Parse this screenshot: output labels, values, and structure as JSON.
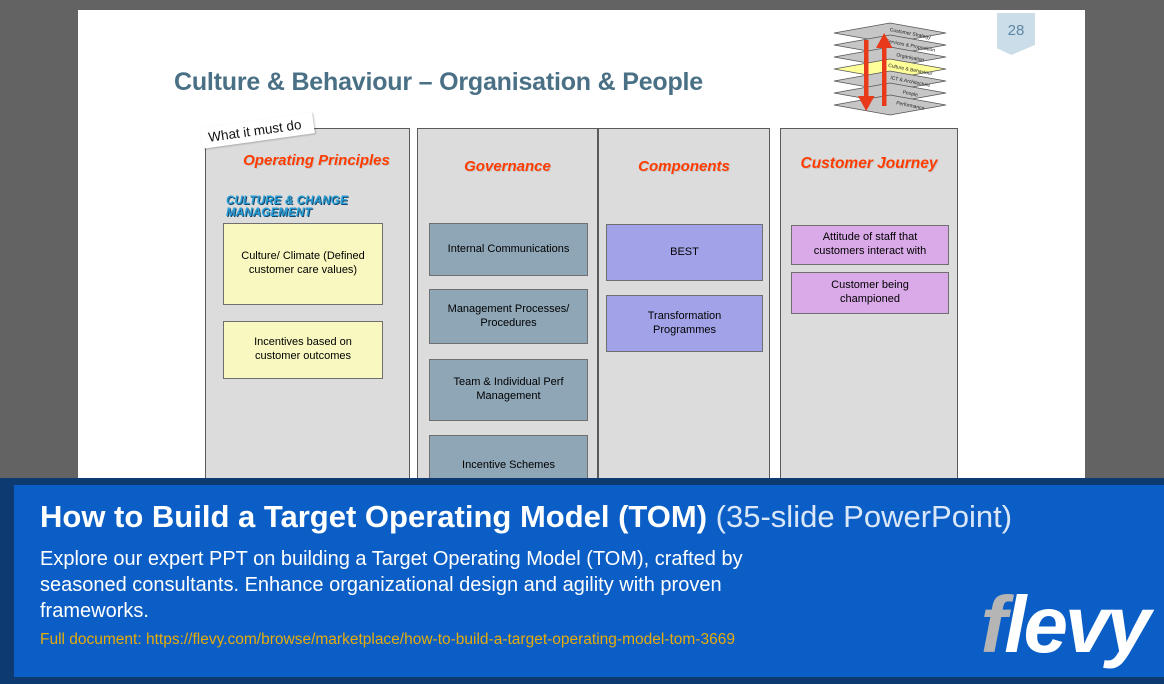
{
  "slide": {
    "page_number": "28",
    "title": "Culture & Behaviour – Organisation & People",
    "corner_tag": "What it must do",
    "stack": {
      "layers": [
        "Customer Strategy",
        "Services & Proposition",
        "Organisation",
        "Culture & Behaviour",
        "ICT & Architecture",
        "People",
        "Performance"
      ],
      "highlight_layer": "Culture & Behaviour"
    },
    "columns": [
      {
        "header": "Operating Principles",
        "subheader": "CULTURE & CHANGE MANAGEMENT",
        "boxes": [
          "Culture/ Climate (Defined customer care values)",
          "Incentives based on customer outcomes"
        ]
      },
      {
        "header": "Governance",
        "boxes": [
          "Internal Communications",
          "Management Processes/ Procedures",
          "Team & Individual Perf Management",
          "Incentive Schemes"
        ]
      },
      {
        "header": "Components",
        "boxes": [
          "BEST",
          "Transformation Programmes"
        ]
      },
      {
        "header": "Customer Journey",
        "boxes": [
          "Attitude of staff that customers interact with",
          "Customer being championed"
        ]
      }
    ]
  },
  "banner": {
    "title": "How to Build a Target Operating Model (TOM)",
    "title_suffix": " (35-slide PowerPoint)",
    "description": "Explore our expert PPT on building a Target Operating Model (TOM), crafted by seasoned consultants. Enhance organizational design and agility with proven frameworks.",
    "link_prefix": "Full document: ",
    "link_url": "https://flevy.com/browse/marketplace/how-to-build-a-target-operating-model-tom-3669",
    "logo_f": "f",
    "logo_rest": "levy"
  },
  "colors": {
    "banner_bg": "#0b5ec6",
    "banner_frame": "#0d3a70",
    "accent_orange": "#ff3c00",
    "link_gold": "#e6ac0a",
    "title_slate": "#4a7086",
    "box_yellow": "#f8f8c0",
    "box_slate_blue": "#8ea6b6",
    "box_periwinkle": "#a2a2e8",
    "box_orchid": "#d9a9e8",
    "stack_highlight": "#ffff99",
    "background_gray": "#636363"
  }
}
